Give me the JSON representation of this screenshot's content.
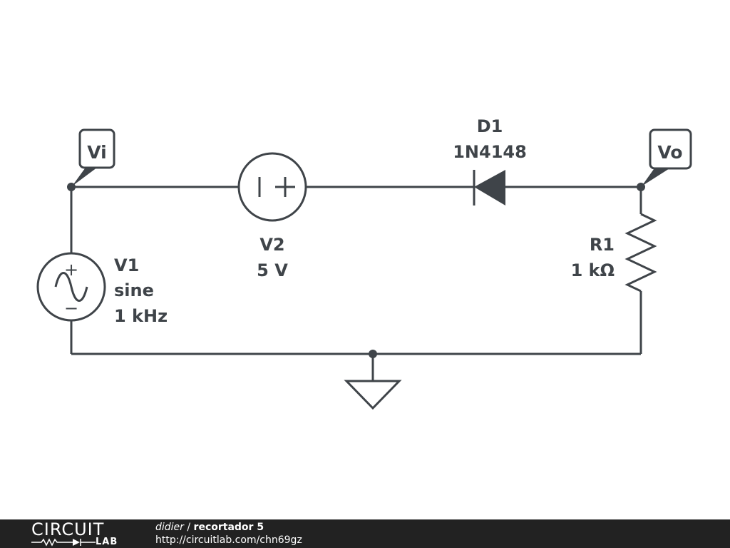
{
  "probes": {
    "input": "Vi",
    "output": "Vo"
  },
  "components": {
    "v1": {
      "name": "V1",
      "type": "sine",
      "value": "1 kHz",
      "plus": "+",
      "minus": "−"
    },
    "v2": {
      "name": "V2",
      "value": "5 V"
    },
    "d1": {
      "name": "D1",
      "part": "1N4148"
    },
    "r1": {
      "name": "R1",
      "value": "1 kΩ"
    }
  },
  "footer": {
    "logo_top": "CIRCUIT",
    "logo_bottom": "LAB",
    "author": "didier",
    "separator": "/",
    "title": "recortador 5",
    "url": "http://circuitlab.com/chn69gz"
  },
  "colors": {
    "schematic": "#3f4449",
    "footer_bg": "#222222",
    "footer_text": "#ffffff"
  }
}
